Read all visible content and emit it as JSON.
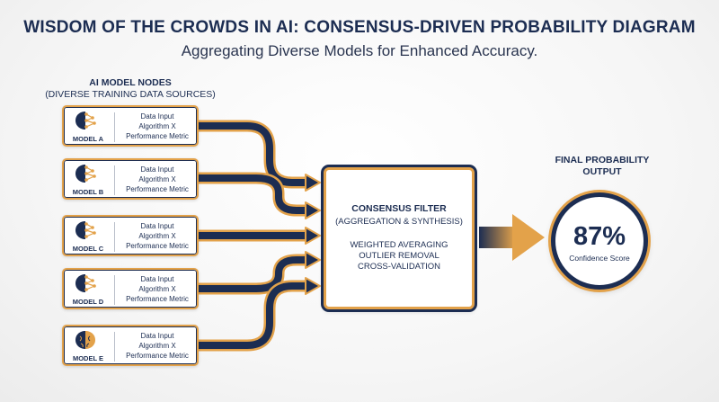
{
  "header": {
    "title": "WISDOM OF THE CROWDS IN AI: CONSENSUS-DRIVEN PROBABILITY DIAGRAM",
    "subtitle": "Aggregating Diverse Models for Enhanced Accuracy."
  },
  "models_section": {
    "title": "AI MODEL NODES",
    "subtitle": "(DIVERSE TRAINING DATA SOURCES)"
  },
  "models": [
    {
      "name": "MODEL A",
      "line1": "Data Input",
      "line2": "Algorithm X",
      "line3": "Performance Metric"
    },
    {
      "name": "MODEL B",
      "line1": "Data Input",
      "line2": "Algorithm X",
      "line3": "Performance Metric"
    },
    {
      "name": "MODEL C",
      "line1": "Data Input",
      "line2": "Algorithm X",
      "line3": "Performance Metric"
    },
    {
      "name": "MODEL D",
      "line1": "Data Input",
      "line2": "Algorithm X",
      "line3": "Performance Metric"
    },
    {
      "name": "MODEL E",
      "line1": "Data Input",
      "line2": "Algorithm X",
      "line3": "Performance Metric"
    }
  ],
  "consensus": {
    "title": "CONSENSUS FILTER",
    "subtitle": "(AGGREGATION & SYNTHESIS)",
    "steps": [
      "WEIGHTED AVERAGING",
      "OUTLIER REMOVAL",
      "CROSS-VALIDATION"
    ]
  },
  "output": {
    "title_line1": "FINAL PROBABILITY",
    "title_line2": "OUTPUT",
    "value": "87%",
    "label": "Confidence Score"
  },
  "colors": {
    "navy": "#1c2d52",
    "orange": "#e3a24a"
  }
}
